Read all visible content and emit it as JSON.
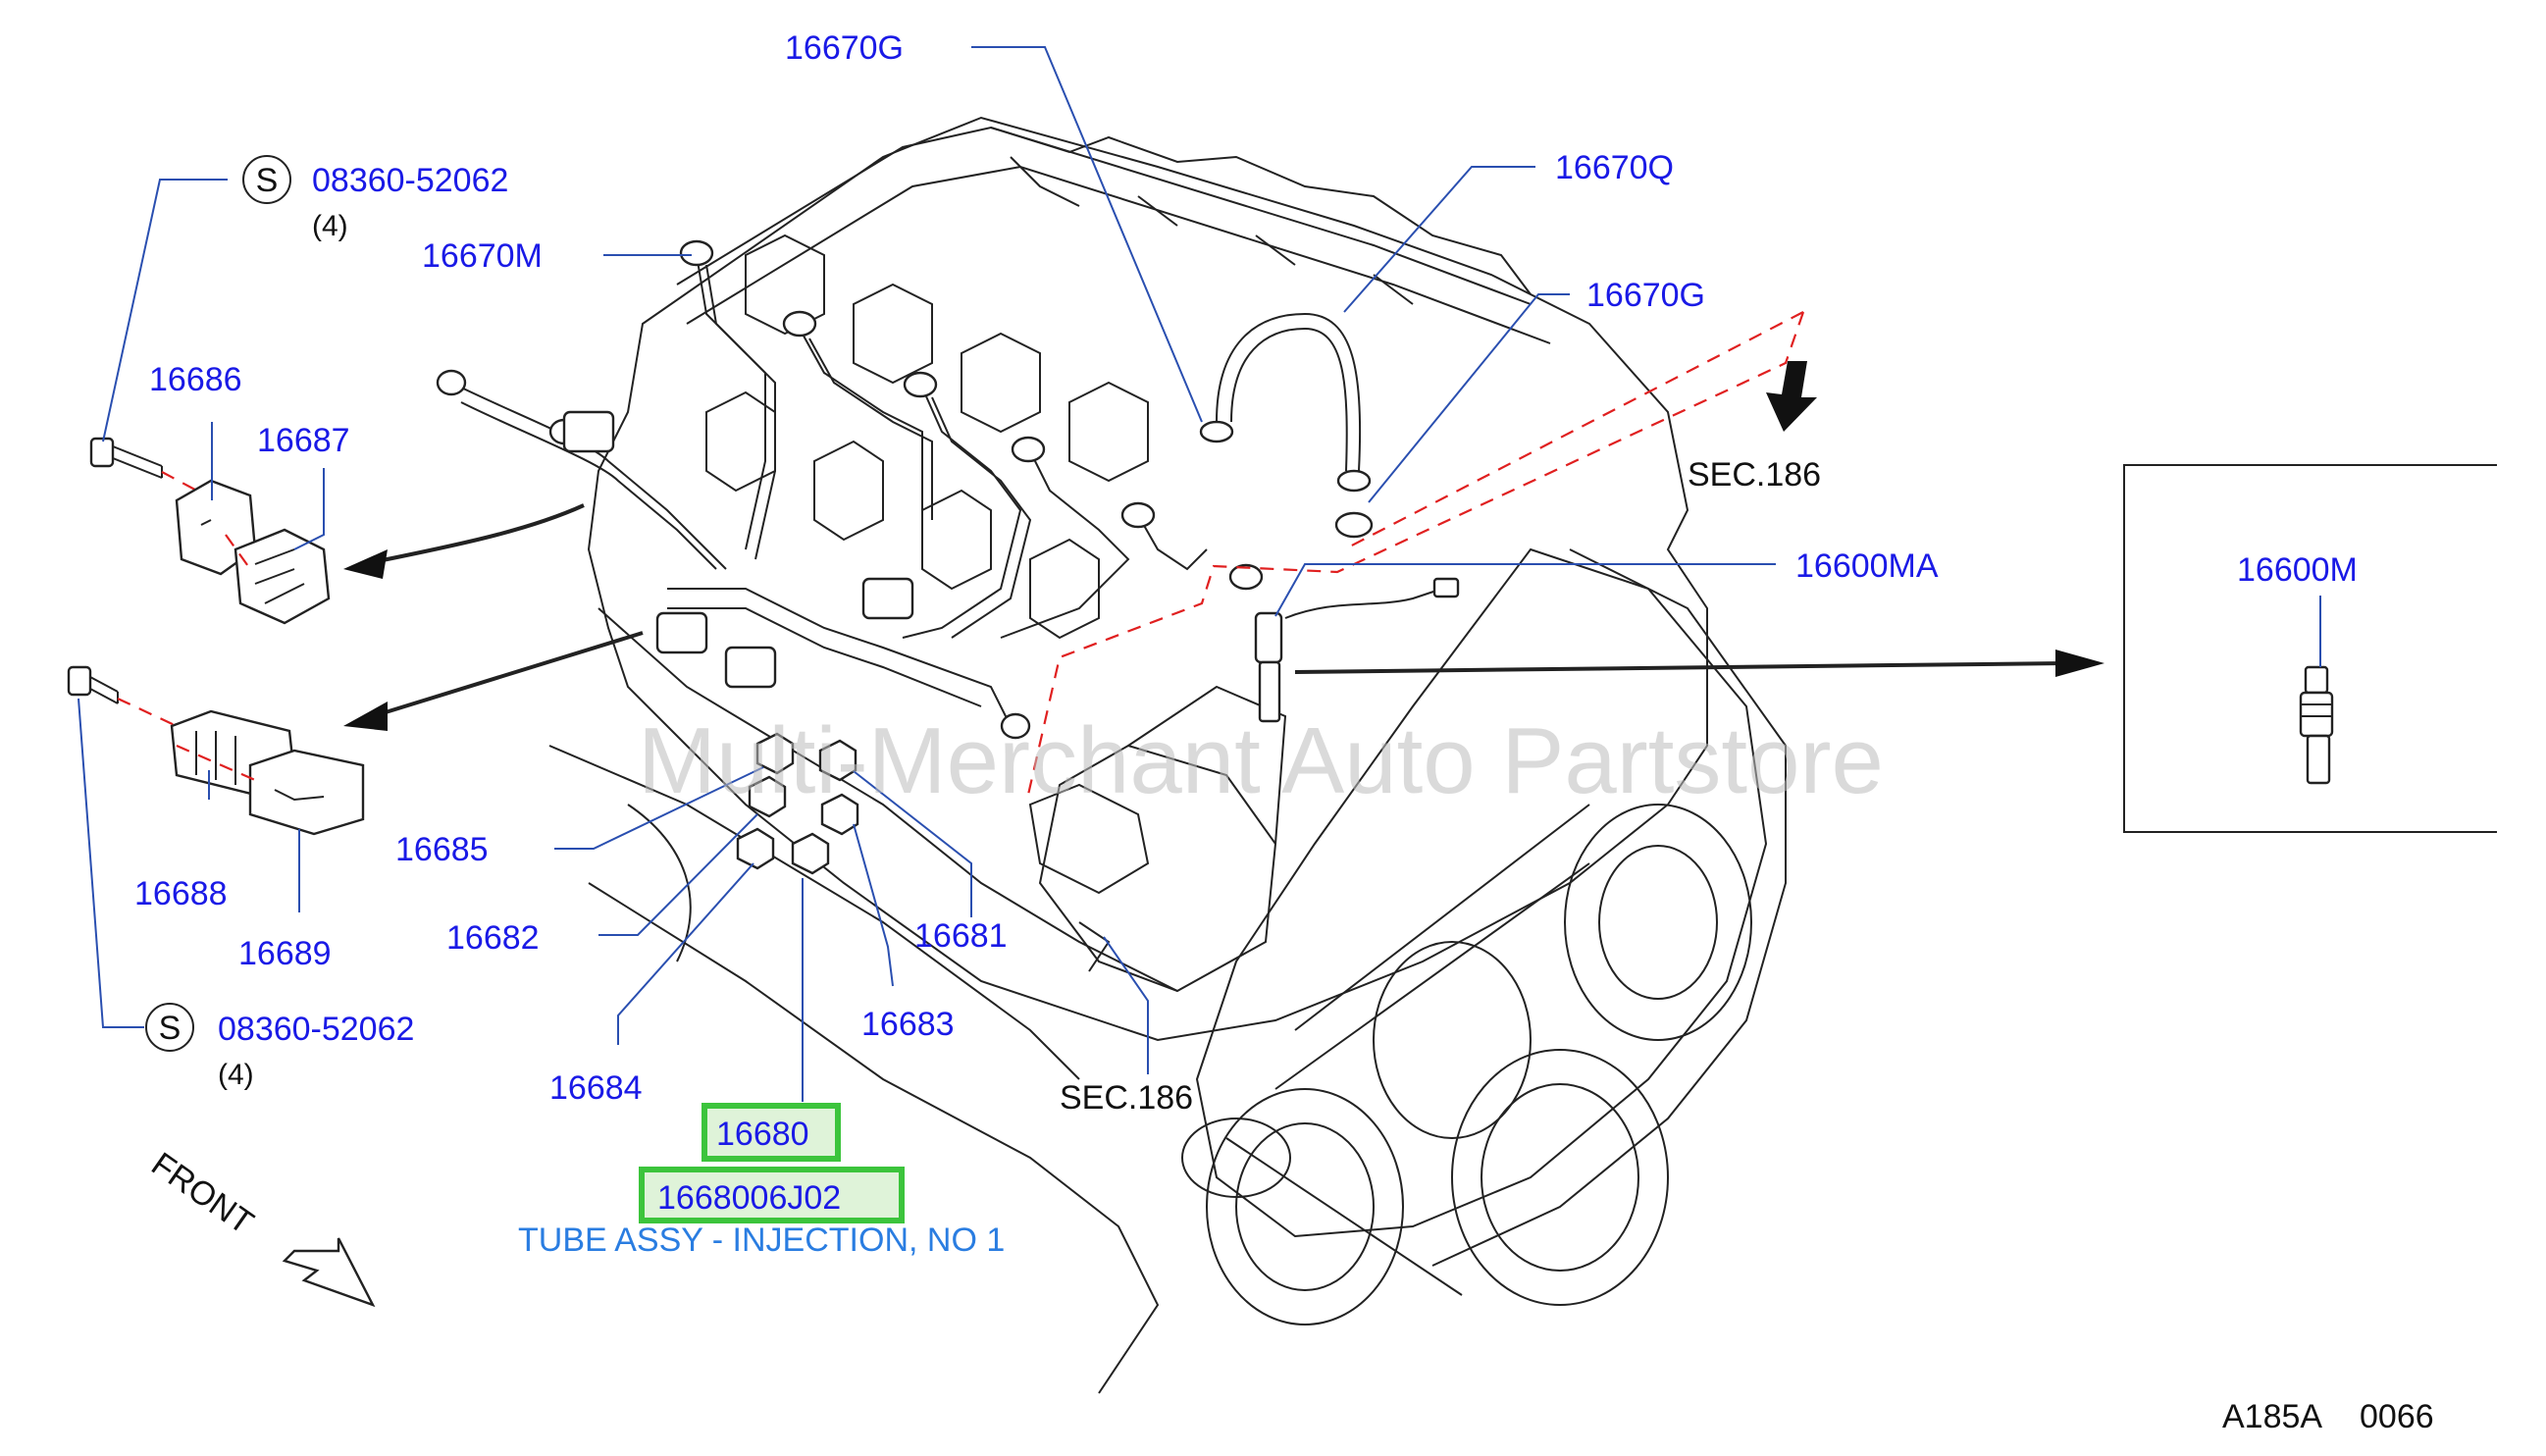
{
  "labels": {
    "p16670G_top": "16670G",
    "p16670Q": "16670Q",
    "p16670G_right": "16670G",
    "p16670M": "16670M",
    "p08360_top": "08360-52062",
    "qty_top": "(4)",
    "p16686": "16686",
    "p16687": "16687",
    "p16688": "16688",
    "p16689": "16689",
    "p08360_bottom": "08360-52062",
    "qty_bottom": "(4)",
    "p16685": "16685",
    "p16682": "16682",
    "p16684": "16684",
    "p16681": "16681",
    "p16683": "16683",
    "p16600MA": "16600MA",
    "p16600M": "16600M",
    "sec186_top": "SEC.186",
    "sec186_bottom": "SEC.186",
    "front": "FRONT",
    "s_symbol": "S"
  },
  "highlight": {
    "part_short": "16680",
    "part_full": "1668006J02",
    "description": "TUBE ASSY - INJECTION, NO 1"
  },
  "watermark": "Multi-Merchant Auto Partstore",
  "footer": {
    "diagram_code": "A185A",
    "page_no": "0066"
  },
  "colors": {
    "label": "#1a1ae6",
    "description": "#2a7de1",
    "highlight_border": "#3cc43c",
    "dash_line": "#e02020"
  }
}
